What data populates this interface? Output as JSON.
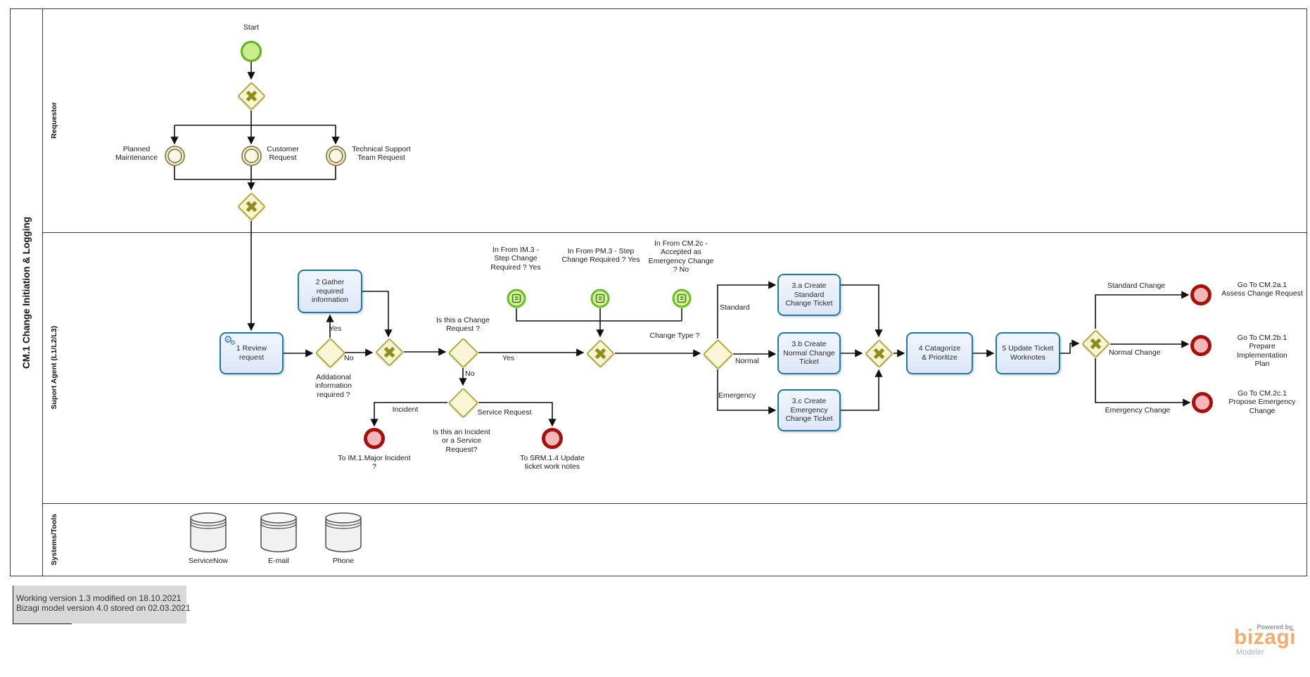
{
  "pool": {
    "title": "CM.1 Change Initiation & Logging"
  },
  "lanes": {
    "requestor": "Requestor",
    "agent": "Suport Agent (L1/L2/L3)",
    "systems": "Systems/Tools"
  },
  "requestor": {
    "start_label": "Start",
    "planned_maintenance": "Planned\nMaintenance",
    "customer_request": "Customer\nRequest",
    "tech_support": "Technical Support\nTeam Request"
  },
  "agent": {
    "task_review": "1 Review\nrequest",
    "task_gather": "2 Gather\nrequired\ninformation",
    "yes": "Yes",
    "no": "No",
    "q_additional": "Addational\ninformation\nrequired ?",
    "q_change_request": "Is this a Change\nRequest ?",
    "q_incident": "Is this an Incident\nor a Service\nRequest?",
    "incident": "Incident",
    "service_request": "Service Request",
    "end_im": "To IM.1.Major Incident\n?",
    "end_srm": "To SRM.1.4 Update\nticket work notes",
    "link_im3": "In From IM.3 -\nStep Change\nRequired ? Yes",
    "link_pm3": "In From PM.3 - Step\nChange Required ? Yes",
    "link_cm2c": "In From CM.2c -\nAccepted as\nEmergency Change\n? No",
    "q_change_type": "Change Type ?",
    "standard": "Standard",
    "normal": "Normal",
    "emergency": "Emergency",
    "task_3a": "3.a Create\nStandard\nChange Ticket",
    "task_3b": "3.b Create\nNormal Change\nTicket",
    "task_3c": "3.c Create\nEmergency\nChange Ticket",
    "task_4": "4 Catagorize\n& Prioritize",
    "task_5": "5 Update Ticket\nWorknotes",
    "standard_change": "Standard Change",
    "normal_change": "Normal Change",
    "emergency_change": "Emergency Change",
    "end_cm2a": "Go To CM.2a.1\nAssess Change Request",
    "end_cm2b": "Go To CM.2b.1\nPrepare\nImplementation\nPlan",
    "end_cm2c": "Go To CM.2c.1\nPropose Emergency Change"
  },
  "systems": {
    "servicenow": "ServiceNow",
    "email": "E-mail",
    "phone": "Phone"
  },
  "version_box": {
    "line1": "Working version 1.3 modified on 18.10.2021",
    "line2": "Bizagi model version 4.0 stored on 02.03.2021"
  },
  "branding": {
    "powered_by": "Powered by",
    "logo": "bizagi",
    "product": "Modeler"
  },
  "icons": {
    "gear": "⚙"
  },
  "colors": {
    "task_border": "#1d79ab",
    "task_fill": "#e7eefa",
    "gateway_border": "#b0ab3a",
    "gateway_fill": "#f8f5d0",
    "gateway_x": "#8f8d20",
    "start_border": "#62b01e",
    "start_fill": "#c9ec8d",
    "conditional_border": "#68bd27",
    "conditional_fill": "#d6f2a0",
    "end_border": "#a8100e",
    "end_fill": "#f2b8b8",
    "intermediate_border": "#94894d",
    "intermediate_fill": "#fbf7e8",
    "logo_orange": "#f4ab6f"
  }
}
